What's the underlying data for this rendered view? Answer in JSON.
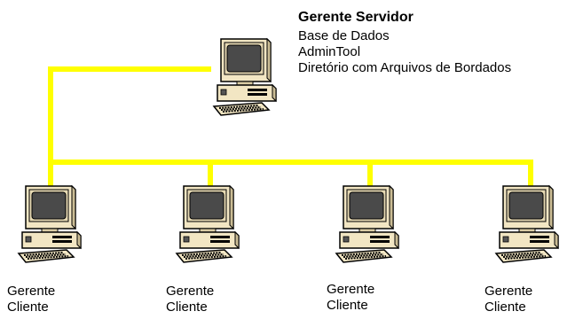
{
  "server": {
    "title": "Gerente Servidor",
    "lines": [
      "Base de Dados",
      "AdminTool",
      "Diretório com Arquivos de Bordados"
    ]
  },
  "clients": [
    {
      "line1": "Gerente",
      "line2": "Cliente"
    },
    {
      "line1": "Gerente",
      "line2": "Cliente"
    },
    {
      "line1": "Gerente",
      "line2": "Cliente"
    },
    {
      "line1": "Gerente",
      "line2": "Cliente"
    }
  ],
  "colors": {
    "network_cable": "#ffff00",
    "computer_body": "#f2e6c3",
    "screen": "#4a4a4a",
    "outline": "#000000"
  },
  "icons": [
    "computer-icon"
  ]
}
